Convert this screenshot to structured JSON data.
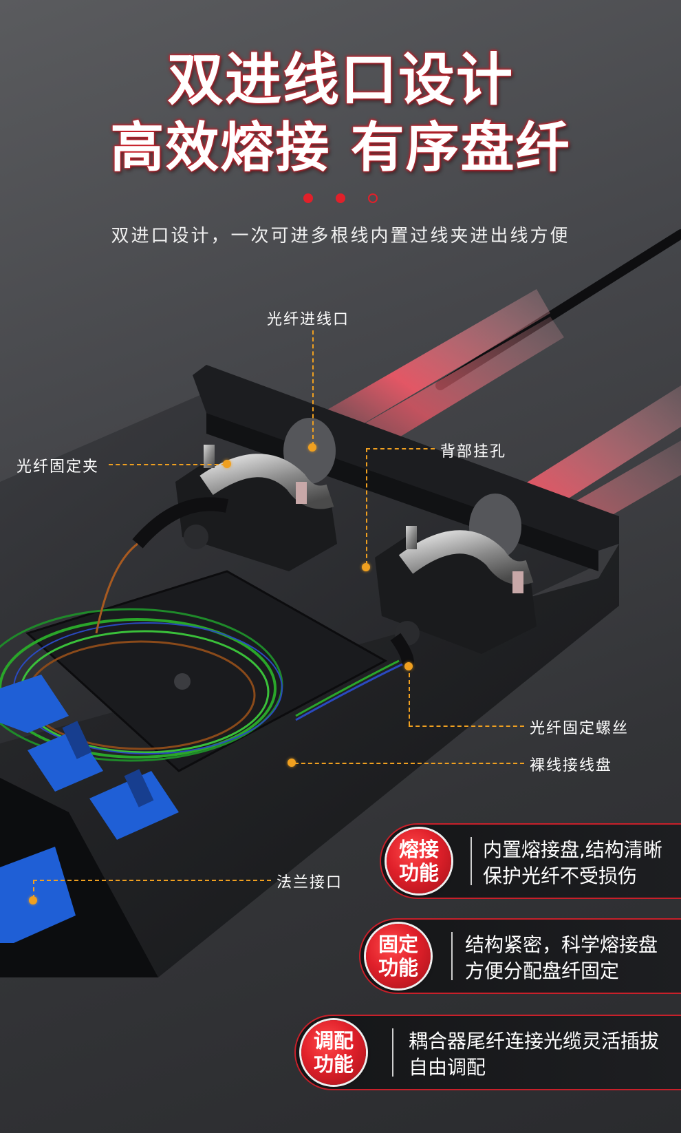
{
  "headline": {
    "line1": "双进线口设计",
    "line2": "高效熔接 有序盘纤"
  },
  "subtitle": "双进口设计，一次可进多根线内置过线夹进出线方便",
  "callouts": {
    "fiber_inlet": "光纤进线口",
    "fiber_clamp": "光纤固定夹",
    "back_hole": "背部挂孔",
    "fixing_screw": "光纤固定螺丝",
    "bare_fiber_tray": "裸线接线盘",
    "flange_port": "法兰接口"
  },
  "features": [
    {
      "badge": [
        "熔接",
        "功能"
      ],
      "lines": [
        "内置熔接盘,结构清晰",
        "保护光纤不受损伤"
      ]
    },
    {
      "badge": [
        "固定",
        "功能"
      ],
      "lines": [
        "结构紧密，科学熔接盘",
        "方便分配盘纤固定"
      ]
    },
    {
      "badge": [
        "调配",
        "功能"
      ],
      "lines": [
        "耦合器尾纤连接光缆灵活插拔",
        "自由调配"
      ]
    }
  ],
  "colors": {
    "accent_red": "#e1202a",
    "callout_orange": "#f0a020",
    "coupler_blue": "#1f5fd6"
  }
}
